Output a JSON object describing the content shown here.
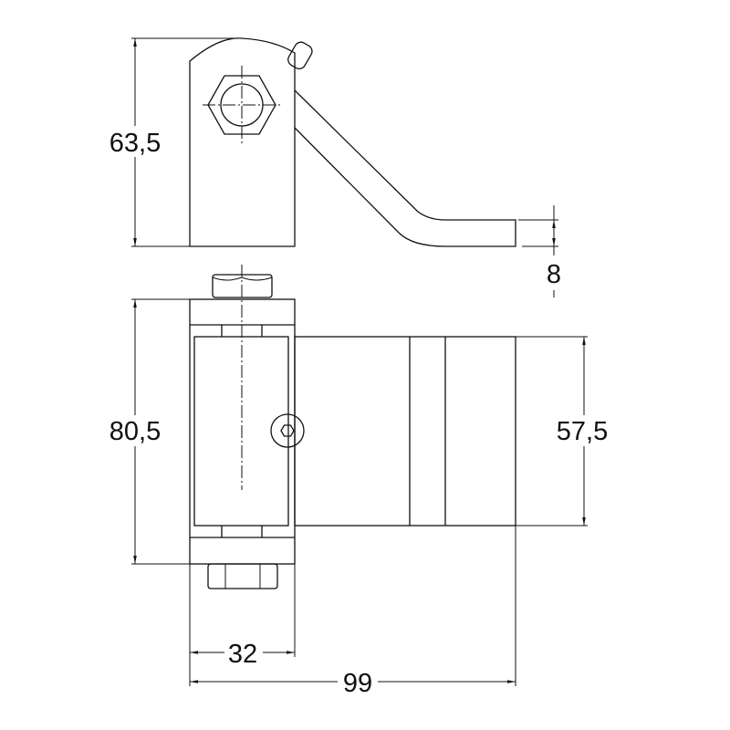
{
  "drawing": {
    "dimensions": {
      "top_height": "63,5",
      "arm_thickness": "8",
      "body_height": "80,5",
      "plate_height": "57,5",
      "body_width": "32",
      "total_width": "99"
    },
    "colors": {
      "line": "#111111",
      "background": "#ffffff"
    }
  }
}
